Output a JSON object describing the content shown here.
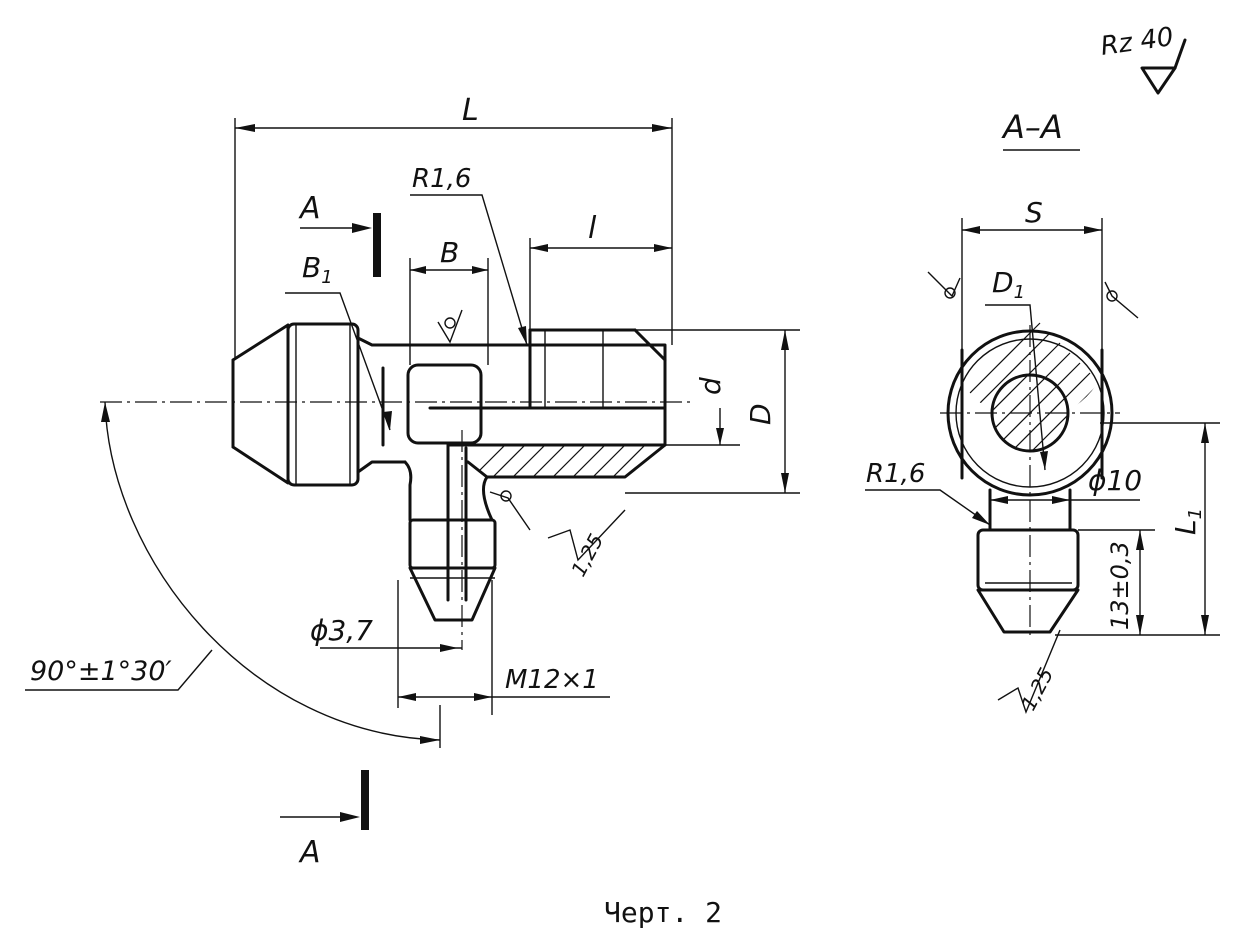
{
  "caption": "Черт. 2",
  "roughness_mark": "Rz 40",
  "section_title": "А–А",
  "section_marker": "А",
  "main_view": {
    "length": "L",
    "small_length": "l",
    "radius": "R1,6",
    "width_b": "В",
    "width_b1": "В",
    "width_b1_sub": "1",
    "bore": "d",
    "outer_diameter": "D",
    "roughness": "1,25",
    "hole_dia": "ϕ3,7",
    "thread": "M12×1",
    "angle": "90°±1°30′"
  },
  "section_view": {
    "wrench_size": "S",
    "diameter": "D",
    "diameter_sub": "1",
    "radius": "R1,6",
    "neck_dia": "ϕ10",
    "length": "L",
    "length_sub": "1",
    "tolerance": "13±0,3",
    "roughness": "1,25"
  }
}
